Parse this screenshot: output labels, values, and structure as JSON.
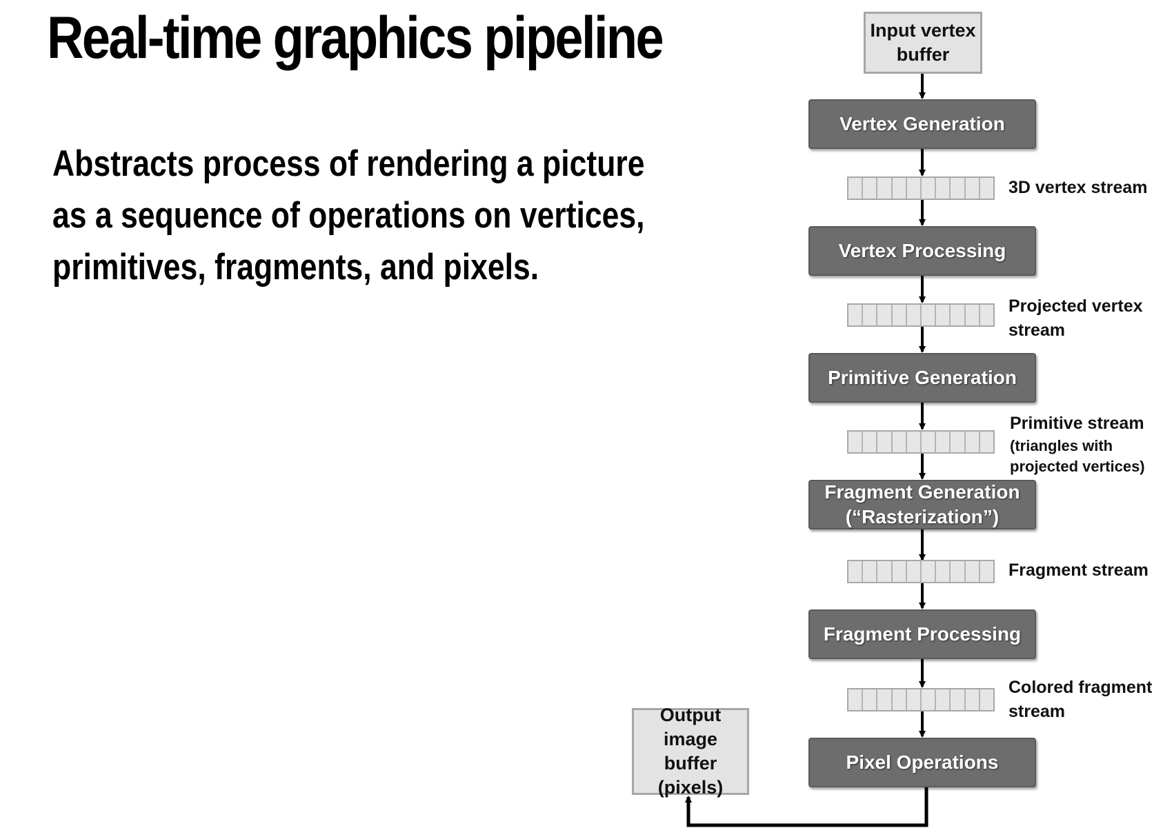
{
  "title": "Real-time graphics pipeline",
  "bullet": {
    "line1": "Abstracts process of rendering a picture",
    "line2": "as a sequence of operations on vertices,",
    "line3": "primitives, fragments, and pixels."
  },
  "input_buffer": {
    "line1": "Input vertex",
    "line2": "buffer"
  },
  "output_buffer": {
    "line1": "Output image",
    "line2": "buffer",
    "line3": "(pixels)"
  },
  "stages": {
    "vertex_generation": "Vertex Generation",
    "vertex_processing": "Vertex Processing",
    "primitive_generation": "Primitive Generation",
    "fragment_generation_line1": "Fragment Generation",
    "fragment_generation_line2": "(“Rasterization”)",
    "fragment_processing": "Fragment Processing",
    "pixel_operations": "Pixel Operations"
  },
  "streams": {
    "vertex_stream": "3D vertex stream",
    "projected_line1": "Projected vertex",
    "projected_line2": "stream",
    "primitive_line1": "Primitive stream",
    "primitive_line2": "(triangles with",
    "primitive_line3": "projected vertices)",
    "fragment_stream": "Fragment stream",
    "colored_line1": "Colored fragment",
    "colored_line2": "stream"
  },
  "colors": {
    "stage_fill": "#6d6d6d",
    "buffer_fill": "#e3e3e3",
    "arrow": "#000000"
  }
}
